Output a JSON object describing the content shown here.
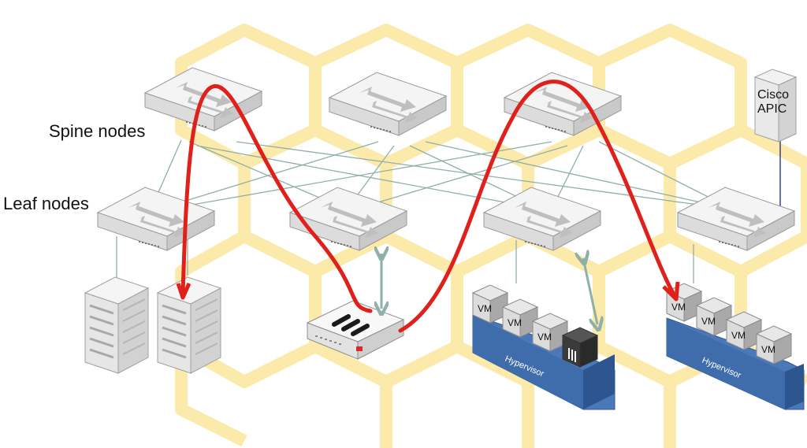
{
  "labels": {
    "spine": "Spine nodes",
    "leaf": "Leaf nodes"
  },
  "apic": {
    "line1": "Cisco",
    "line2": "APIC"
  },
  "hypervisor_label": "Hypervisor",
  "vm_label": "VM",
  "firewall_mark": "|||",
  "colors": {
    "hexagon": "#fbe9a6",
    "traffic_path": "#e0201b",
    "link": "#8fb0a8",
    "hypervisor": "#4a78b8",
    "switch": "#f1f1f1"
  },
  "icons": [
    "spine-switch-icon",
    "leaf-switch-icon",
    "server-rack-icon",
    "firewall-icon",
    "vm-icon",
    "hypervisor-icon",
    "apic-controller-icon"
  ]
}
